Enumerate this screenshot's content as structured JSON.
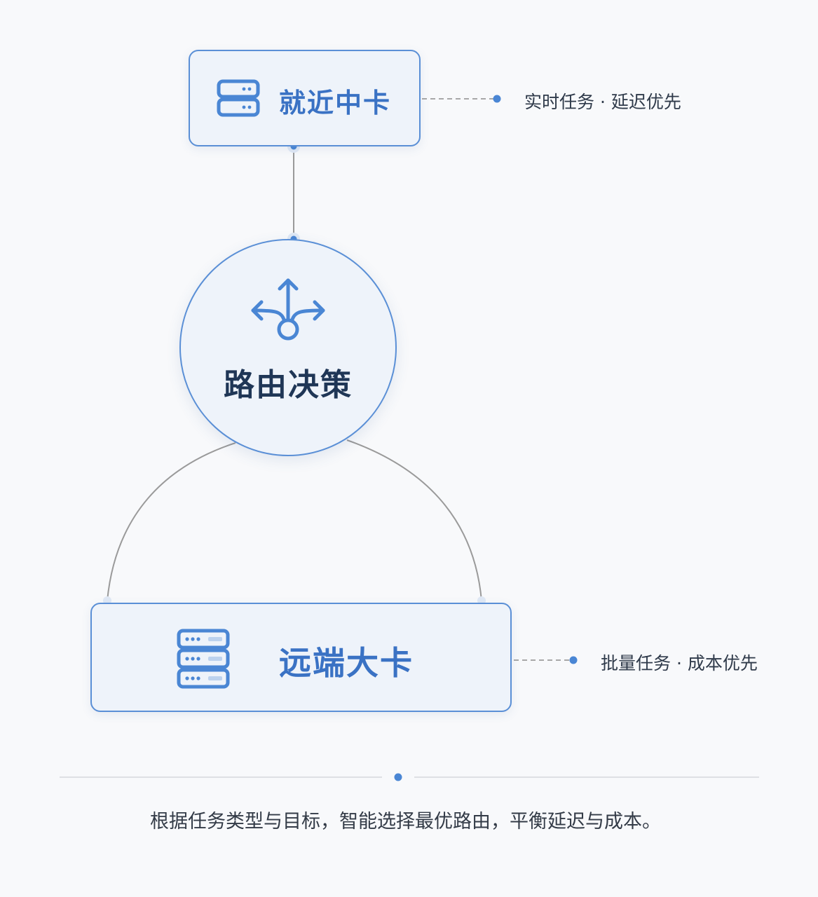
{
  "nodes": {
    "near": {
      "title": "就近中卡",
      "label": "实时任务 · 延迟优先",
      "icon": "server-icon"
    },
    "router": {
      "title": "路由决策",
      "icon": "route-split-icon"
    },
    "far": {
      "title": "远端大卡",
      "label": "批量任务 · 成本优先",
      "icon": "server-rack-icon"
    }
  },
  "caption": "根据任务类型与目标，智能选择最优路由，平衡延迟与成本。",
  "colors": {
    "accent": "#4a86d4",
    "node_fill": "#eef3fa",
    "node_border": "#5a8fd6",
    "connector": "#9a9a9a",
    "title_dark": "#1f3656",
    "background": "#f8f9fb"
  }
}
